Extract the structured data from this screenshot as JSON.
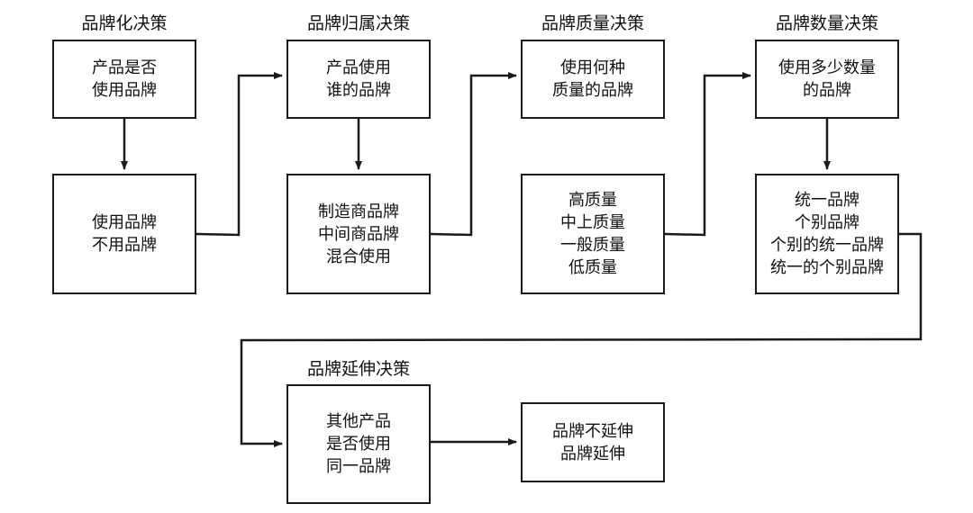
{
  "diagram": {
    "colors": {
      "stroke": "#1a1a1a",
      "background": "#ffffff"
    },
    "stages": [
      {
        "heading": "品牌化决策",
        "question": [
          "产品是否",
          "使用品牌"
        ],
        "options": [
          "使用品牌",
          "不用品牌"
        ]
      },
      {
        "heading": "品牌归属决策",
        "question": [
          "产品使用",
          "谁的品牌"
        ],
        "options": [
          "制造商品牌",
          "中间商品牌",
          "混合使用"
        ]
      },
      {
        "heading": "品牌质量决策",
        "question": [
          "使用何种",
          "质量的品牌"
        ],
        "options": [
          "高质量",
          "中上质量",
          "一般质量",
          "低质量"
        ]
      },
      {
        "heading": "品牌数量决策",
        "question": [
          "使用多少数量",
          "的品牌"
        ],
        "options": [
          "统一品牌",
          "个别品牌",
          "个别的统一品牌",
          "统一的个别品牌"
        ]
      },
      {
        "heading": "品牌延伸决策",
        "question": [
          "其他产品",
          "是否使用",
          "同一品牌"
        ],
        "options": [
          "品牌不延伸",
          "品牌延伸"
        ]
      }
    ]
  }
}
